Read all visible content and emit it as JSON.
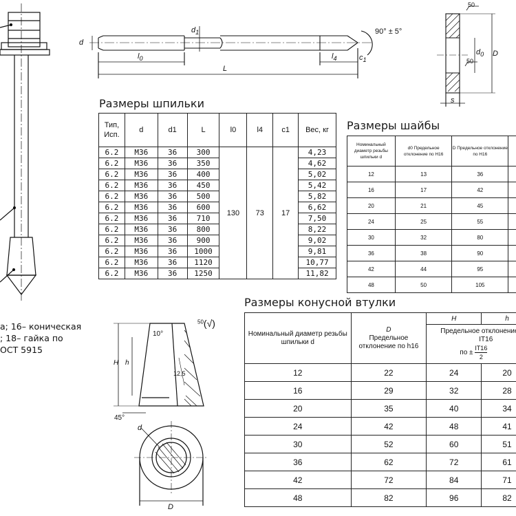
{
  "stud_drawing": {
    "d": "d",
    "d1_base": "d",
    "d1_sub": "1",
    "angle": "90° ± 5°",
    "l0_base": "l",
    "l0_sub": "0",
    "L": "L",
    "l4_base": "l",
    "l4_sub": "4",
    "c1_base": "c",
    "c1_sub": "1"
  },
  "washer_drawing": {
    "rough_top": "50",
    "rough_mid": "50",
    "d0_base": "d",
    "d0_sub": "0",
    "D": "D",
    "s": "s"
  },
  "stud_table": {
    "title": "Размеры шпильки",
    "headers": [
      "Тип, Исп.",
      "d",
      "d1",
      "L",
      "l0",
      "l4",
      "c1",
      "Вес, кг"
    ],
    "rows": [
      [
        "6.2",
        "M36",
        "36",
        "300",
        "4,23"
      ],
      [
        "6.2",
        "M36",
        "36",
        "350",
        "4,62"
      ],
      [
        "6.2",
        "M36",
        "36",
        "400",
        "5,02"
      ],
      [
        "6.2",
        "M36",
        "36",
        "450",
        "5,42"
      ],
      [
        "6.2",
        "M36",
        "36",
        "500",
        "5,82"
      ],
      [
        "6.2",
        "M36",
        "36",
        "600",
        "6,62"
      ],
      [
        "6.2",
        "M36",
        "36",
        "710",
        "7,50"
      ],
      [
        "6.2",
        "M36",
        "36",
        "800",
        "8,22"
      ],
      [
        "6.2",
        "M36",
        "36",
        "900",
        "9,02"
      ],
      [
        "6.2",
        "M36",
        "36",
        "1000",
        "9,81"
      ],
      [
        "6.2",
        "M36",
        "36",
        "1120",
        "10,77"
      ],
      [
        "6.2",
        "M36",
        "36",
        "1250",
        "11,82"
      ]
    ],
    "merged": {
      "l0": "130",
      "l4": "73",
      "c1": "17"
    }
  },
  "washer_table": {
    "title": "Размеры шайбы",
    "headers": [
      "Номинальный диаметр резьбы шпильки d",
      "d0 Предельное отклонение по H16",
      "D Предельное отклонение по H16"
    ],
    "rows": [
      [
        "12",
        "13",
        "36"
      ],
      [
        "16",
        "17",
        "42"
      ],
      [
        "20",
        "21",
        "45"
      ],
      [
        "24",
        "25",
        "55"
      ],
      [
        "30",
        "32",
        "80"
      ],
      [
        "36",
        "38",
        "90"
      ],
      [
        "42",
        "44",
        "95"
      ],
      [
        "48",
        "50",
        "105"
      ]
    ]
  },
  "cone_table": {
    "title": "Размеры конусной втулки",
    "h_header_H": "H",
    "h_header_h": "h",
    "col1": "Номинальный диаметр резьбы шпильки d",
    "col2_sym": "D",
    "col2": "Предельное отклонение по h16",
    "tol_line1": "Предельное отклонение",
    "tol_line2": "IT16",
    "tol_pre": "по ±",
    "tol_num": "IT16",
    "tol_den": "2",
    "rows": [
      [
        "12",
        "22",
        "24",
        "20"
      ],
      [
        "16",
        "29",
        "32",
        "28"
      ],
      [
        "20",
        "35",
        "40",
        "34"
      ],
      [
        "24",
        "42",
        "48",
        "41"
      ],
      [
        "30",
        "52",
        "60",
        "51"
      ],
      [
        "36",
        "62",
        "72",
        "61"
      ],
      [
        "42",
        "72",
        "84",
        "71"
      ],
      [
        "48",
        "82",
        "96",
        "82"
      ]
    ]
  },
  "cone_drawing": {
    "H": "H",
    "h": "h",
    "angle10": "10°",
    "r": "12,5",
    "angle45": "45°",
    "d": "d",
    "D": "D",
    "roughness": "50",
    "rough_check": "(√)"
  },
  "legend": {
    "line1": "а; 16– коническая",
    "line2": "; 18– гайка по",
    "line3": "ОСТ 5915"
  }
}
